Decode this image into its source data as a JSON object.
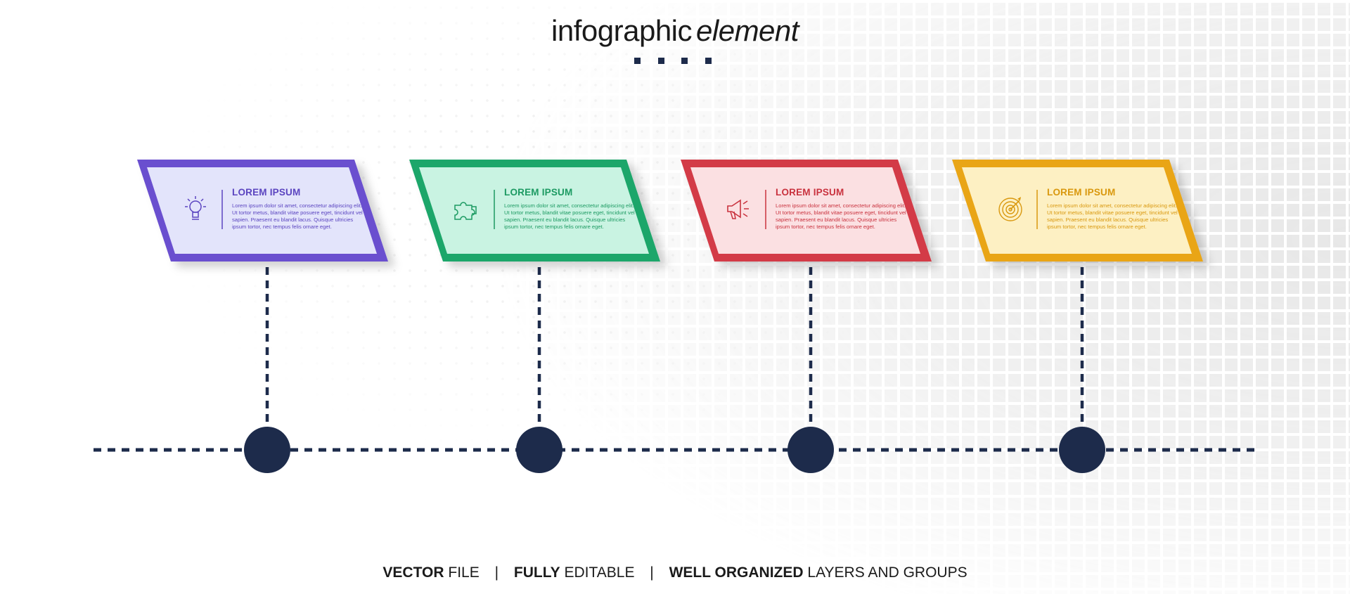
{
  "header": {
    "title_main": "infographic",
    "title_emphasis": "element"
  },
  "steps": [
    {
      "title": "LOREM IPSUM",
      "body": "Lorem ipsum dolor sit amet, consectetur adipiscing elit. Ut tortor metus, blandit vitae posuere eget, tincidunt vel sapien. Praesent eu blandit lacus. Quisque ultricies ipsum tortor, nec tempus felis ornare eget.",
      "icon": "lightbulb-icon",
      "border_color": "#6a4fcf",
      "fill_color": "#e3e4fb",
      "text_color": "#5b45c0"
    },
    {
      "title": "LOREM IPSUM",
      "body": "Lorem ipsum dolor sit amet, consectetur adipiscing elit. Ut tortor metus, blandit vitae posuere eget, tincidunt vel sapien. Praesent eu blandit lacus. Quisque ultricies ipsum tortor, nec tempus felis ornare eget.",
      "icon": "puzzle-icon",
      "border_color": "#1fa66b",
      "fill_color": "#c9f3e2",
      "text_color": "#1c9a62"
    },
    {
      "title": "LOREM IPSUM",
      "body": "Lorem ipsum dolor sit amet, consectetur adipiscing elit. Ut tortor metus, blandit vitae posuere eget, tincidunt vel sapien. Praesent eu blandit lacus. Quisque ultricies ipsum tortor, nec tempus felis ornare eget.",
      "icon": "megaphone-icon",
      "border_color": "#d33a46",
      "fill_color": "#fbe0e2",
      "text_color": "#c9323e"
    },
    {
      "title": "LOREM IPSUM",
      "body": "Lorem ipsum dolor sit amet, consectetur adipiscing elit. Ut tortor metus, blandit vitae posuere eget, tincidunt vel sapien. Praesent eu blandit lacus. Quisque ultricies ipsum tortor, nec tempus felis ornare eget.",
      "icon": "target-icon",
      "border_color": "#e9a514",
      "fill_color": "#fdf0c3",
      "text_color": "#d9980e"
    }
  ],
  "timeline": {
    "color": "#1d2b4b"
  },
  "footer": {
    "vector_bold": "VECTOR",
    "vector_rest": "FILE",
    "editable_bold": "FULLY",
    "editable_rest": "EDITABLE",
    "organized_bold": "WELL ORGANIZED",
    "organized_rest": "LAYERS AND GROUPS",
    "separator": "|"
  }
}
